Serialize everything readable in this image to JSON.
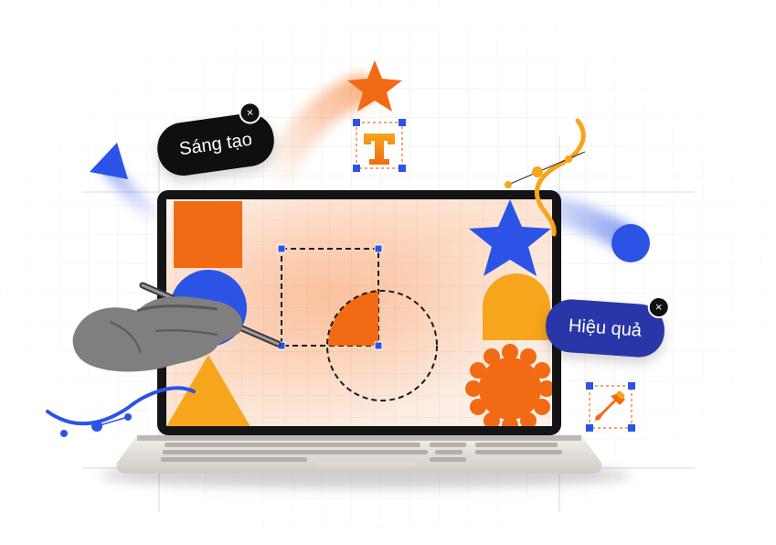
{
  "labels": {
    "creative": "Sáng tạo",
    "effective": "Hiệu quả",
    "close_symbol": "×"
  },
  "colors": {
    "orange": "#f26a13",
    "amber": "#f7a51c",
    "blue": "#2b54e6",
    "navy_chip": "#2a36a8",
    "dark_chip": "#0f0f10",
    "laptop_bezel": "#141414",
    "laptop_body": "#e9e6e2"
  },
  "icons": [
    "text-tool-icon",
    "color-picker-icon",
    "star-shape",
    "triangle-shape",
    "square-shape",
    "circle-shape",
    "gear-shape",
    "arch-shape",
    "pen-path",
    "bezier-curve"
  ]
}
